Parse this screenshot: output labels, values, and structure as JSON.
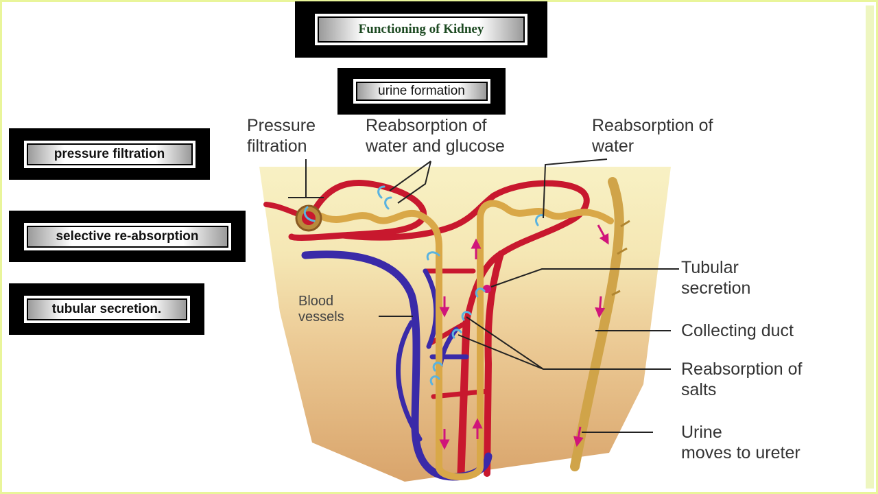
{
  "title": "Functioning of Kidney",
  "subtitle": "urine formation",
  "sidebar": {
    "items": [
      {
        "label": "pressure filtration"
      },
      {
        "label": "selective re-absorption"
      },
      {
        "label": "tubular secretion."
      }
    ]
  },
  "diagram": {
    "labels": {
      "pressure_filtration": [
        "Pressure",
        "filtration"
      ],
      "reabsorption_water_glucose": [
        "Reabsorption of",
        "water and glucose"
      ],
      "reabsorption_water": [
        "Reabsorption of",
        "water"
      ],
      "blood_vessels": [
        "Blood",
        "vessels"
      ],
      "tubular_secretion": [
        "Tubular",
        "secretion"
      ],
      "collecting_duct": "Collecting duct",
      "reabsorption_salts": [
        "Reabsorption of",
        "salts"
      ],
      "urine_moves": [
        "Urine",
        "moves to ureter"
      ]
    },
    "colors": {
      "artery": "#c8182e",
      "vein": "#3a2aa8",
      "tubule": "#d9a848",
      "arrow_blue": "#5ab3e0",
      "arrow_pink": "#d0157a",
      "tissue_top": "#f8f1c4",
      "tissue_bottom": "#d9a46b"
    }
  }
}
